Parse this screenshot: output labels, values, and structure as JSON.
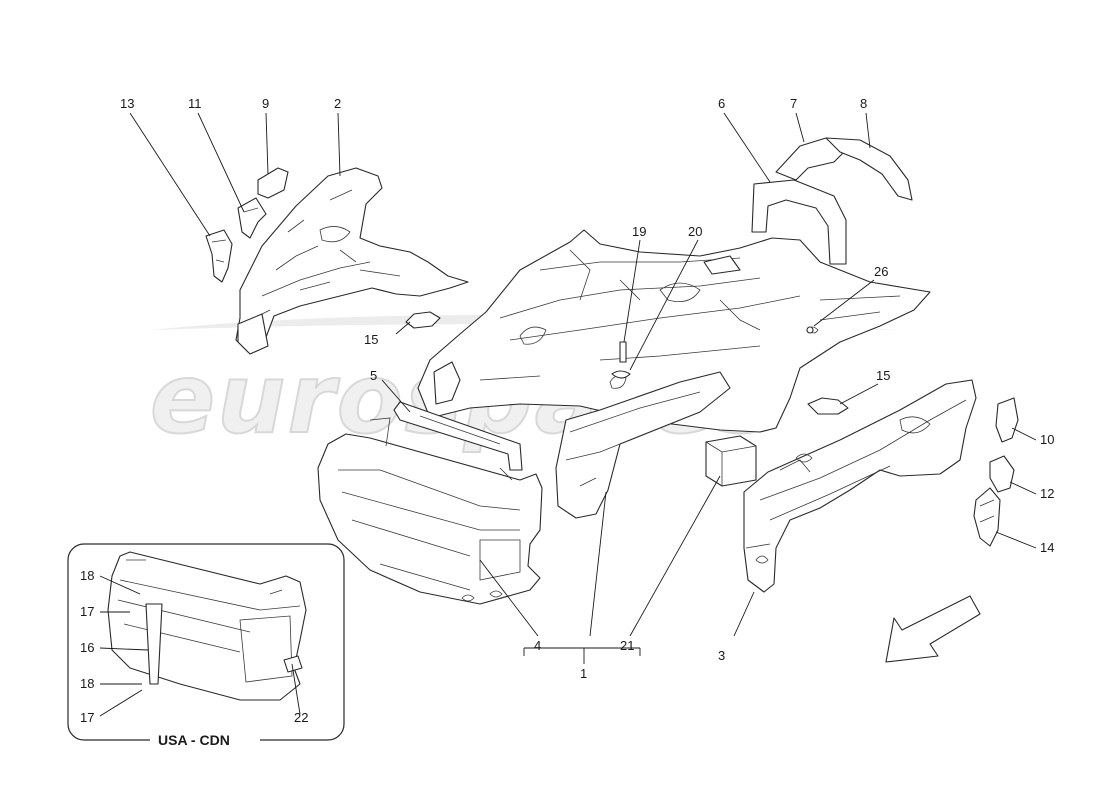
{
  "watermark": "eurospares",
  "inset": {
    "title": "USA - CDN"
  },
  "callouts": {
    "c1": "1",
    "c2": "2",
    "c3": "3",
    "c4": "4",
    "c5": "5",
    "c6": "6",
    "c7": "7",
    "c8": "8",
    "c9": "9",
    "c10": "10",
    "c11": "11",
    "c12": "12",
    "c13": "13",
    "c14": "14",
    "c15a": "15",
    "c15b": "15",
    "c16": "16",
    "c17a": "17",
    "c17b": "17",
    "c18a": "18",
    "c18b": "18",
    "c19": "19",
    "c20": "20",
    "c21": "21",
    "c22": "22",
    "c26": "26"
  },
  "icons": {
    "direction_arrow": "front-direction-arrow-icon"
  }
}
